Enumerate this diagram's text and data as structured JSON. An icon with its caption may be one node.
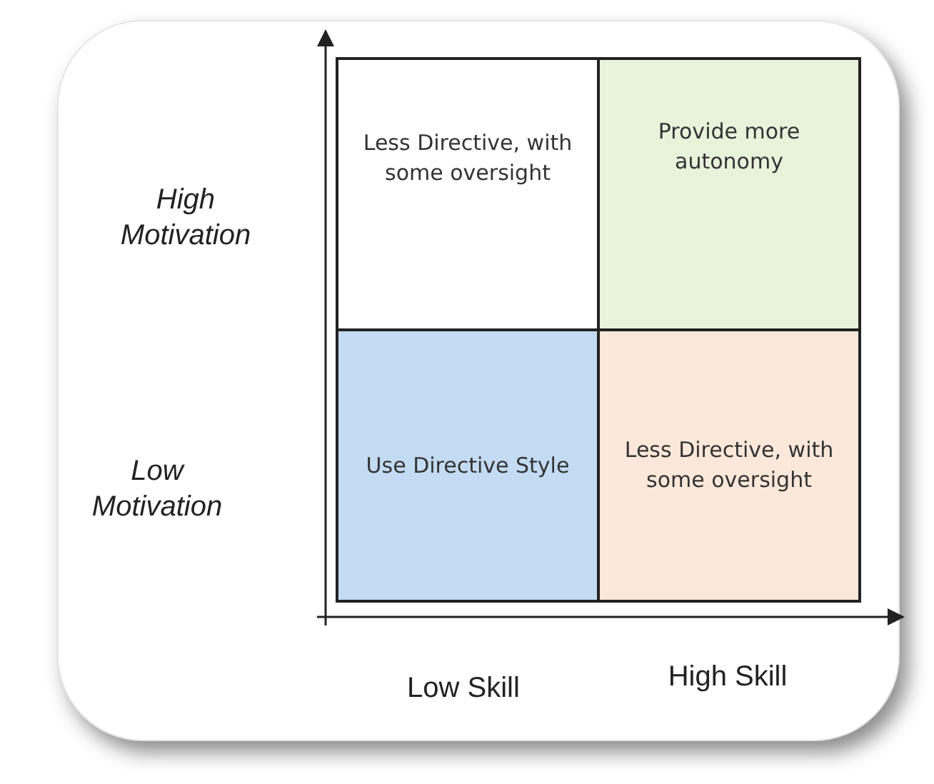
{
  "diagram": {
    "nodes": [
      {
        "text": [
          "Less Directive, with some oversight"
        ]
      },
      {
        "text": [
          "Provide more autonomy"
        ]
      },
      {
        "text": [
          "Use Directive Style"
        ]
      },
      {
        "text": [
          "Less Directive, with some oversight"
        ]
      }
    ],
    "labels": [
      "High Motivation",
      "Low Motivation",
      "Low Skill",
      "High Skill"
    ]
  }
}
